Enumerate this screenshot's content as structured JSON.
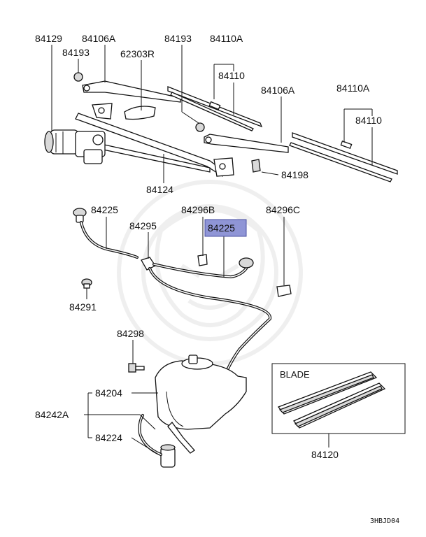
{
  "labels": {
    "p84129": "84129",
    "p84106A_1": "84106A",
    "p84193_1": "84193",
    "p62303R": "62303R",
    "p84193_2": "84193",
    "p84110A_1": "84110A",
    "p84110_1": "84110",
    "p84106A_2": "84106A",
    "p84110A_2": "84110A",
    "p84110_2": "84110",
    "p84198": "84198",
    "p84124": "84124",
    "p84225_1": "84225",
    "p84295": "84295",
    "p84296B": "84296B",
    "p84225_2": "84225",
    "p84296C": "84296C",
    "p84291": "84291",
    "p84298": "84298",
    "p84204": "84204",
    "p84242A": "84242A",
    "p84224": "84224",
    "p84120": "84120",
    "blade_box": "BLADE",
    "figure_code": "3HBJD04"
  },
  "highlight": {
    "part": "84225",
    "color": "#8f95d6"
  }
}
